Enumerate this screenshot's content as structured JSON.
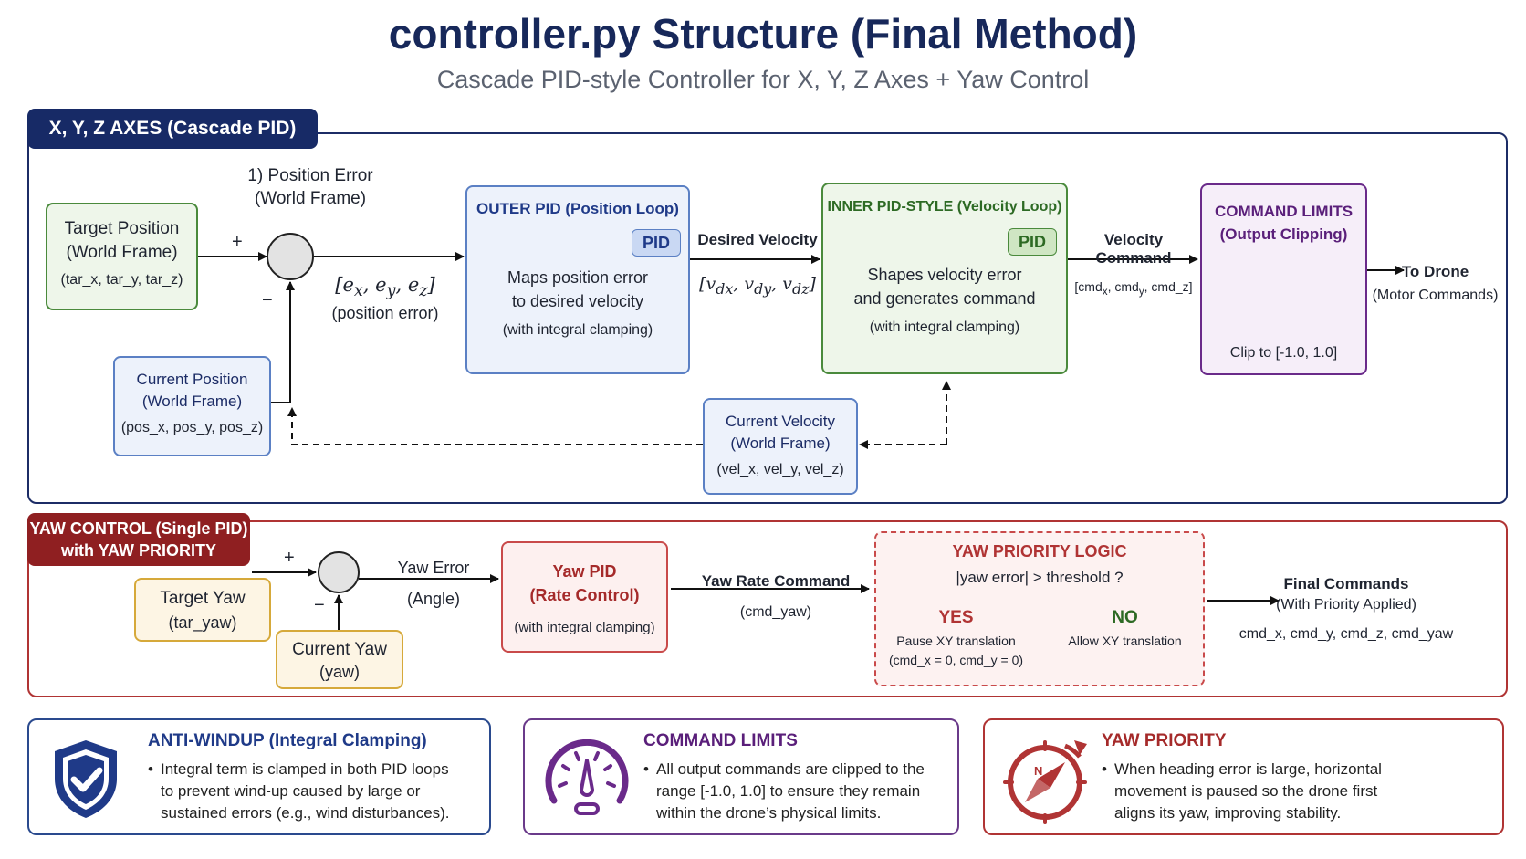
{
  "title": "controller.py Structure (Final Method)",
  "subtitle": "Cascade PID-style Controller for X, Y, Z Axes  +  Yaw Control",
  "xyz": {
    "tag": "X, Y, Z AXES (Cascade PID)",
    "target": {
      "l1": "Target Position",
      "l2": "(World Frame)",
      "l3": "(tar_x, tar_y, tar_z)"
    },
    "current_pos": {
      "l1": "Current Position",
      "l2": "(World Frame)",
      "l3": "(pos_x, pos_y, pos_z)"
    },
    "pos_error_label": {
      "l1": "1) Position Error",
      "l2": "(World Frame)"
    },
    "plus": "+",
    "minus": "−",
    "error_vector": "[e",
    "error_caption": "(position error)",
    "outer": {
      "title": "OUTER PID (Position Loop)",
      "badge": "PID",
      "l1": "Maps position error",
      "l2": "to desired velocity",
      "l3": "(with integral clamping)"
    },
    "desired_velocity": "Desired Velocity",
    "inner": {
      "title": "INNER PID-STYLE (Velocity Loop)",
      "badge": "PID",
      "l1": "Shapes velocity error",
      "l2": "and generates command",
      "l3": "(with integral clamping)"
    },
    "velocity_command": "Velocity Command",
    "limits": {
      "l1": "COMMAND LIMITS",
      "l2": "(Output Clipping)",
      "clip": "Clip to [-1.0, 1.0]"
    },
    "to_drone": {
      "l1": "To Drone",
      "l2": "(Motor Commands)"
    },
    "current_vel": {
      "l1": "Current Velocity",
      "l2": "(World Frame)",
      "l3": "(vel_x, vel_y, vel_z)"
    }
  },
  "yaw": {
    "tag_l1": "YAW CONTROL (Single PID)",
    "tag_l2": "with YAW PRIORITY",
    "target": {
      "l1": "Target Yaw",
      "l2": "(tar_yaw)"
    },
    "current": {
      "l1": "Current Yaw",
      "l2": "(yaw)"
    },
    "plus": "+",
    "minus": "−",
    "error": {
      "l1": "Yaw Error",
      "l2": "(Angle)"
    },
    "pid": {
      "l1": "Yaw PID",
      "l2": "(Rate Control)",
      "l3": "(with integral clamping)"
    },
    "rate_cmd": {
      "l1": "Yaw Rate Command",
      "l2": "(cmd_yaw)"
    },
    "priority": {
      "title": "YAW PRIORITY LOGIC",
      "question": "|yaw error| > threshold ?",
      "yes": "YES",
      "yes_l1": "Pause XY translation",
      "yes_l2": "(cmd_x = 0, cmd_y = 0)",
      "no": "NO",
      "no_l1": "Allow XY translation"
    },
    "final": {
      "l1": "Final Commands",
      "l2": "(With Priority Applied)",
      "l3": "cmd_x, cmd_y, cmd_z, cmd_yaw"
    }
  },
  "info": {
    "antiwindup": {
      "title": "ANTI-WINDUP (Integral Clamping)",
      "l1": "Integral term is clamped in both PID loops",
      "l2": "to prevent wind-up caused by large or",
      "l3": "sustained errors (e.g., wind disturbances)."
    },
    "limits": {
      "title": "COMMAND LIMITS",
      "l1": "All output commands are clipped to the",
      "l2": "range [-1.0, 1.0] to ensure they remain",
      "l3": "within the drone’s physical limits."
    },
    "yaw": {
      "title": "YAW PRIORITY",
      "l1": "When heading error is large, horizontal",
      "l2": "movement is paused so the drone first",
      "l3": "aligns its yaw, improving stability."
    },
    "compass_n": "N"
  },
  "colors": {
    "navy": "#172a66",
    "green": "#4a8a3c",
    "purple": "#6a2a8a",
    "red": "#b03434",
    "yellow": "#d6a93a"
  }
}
